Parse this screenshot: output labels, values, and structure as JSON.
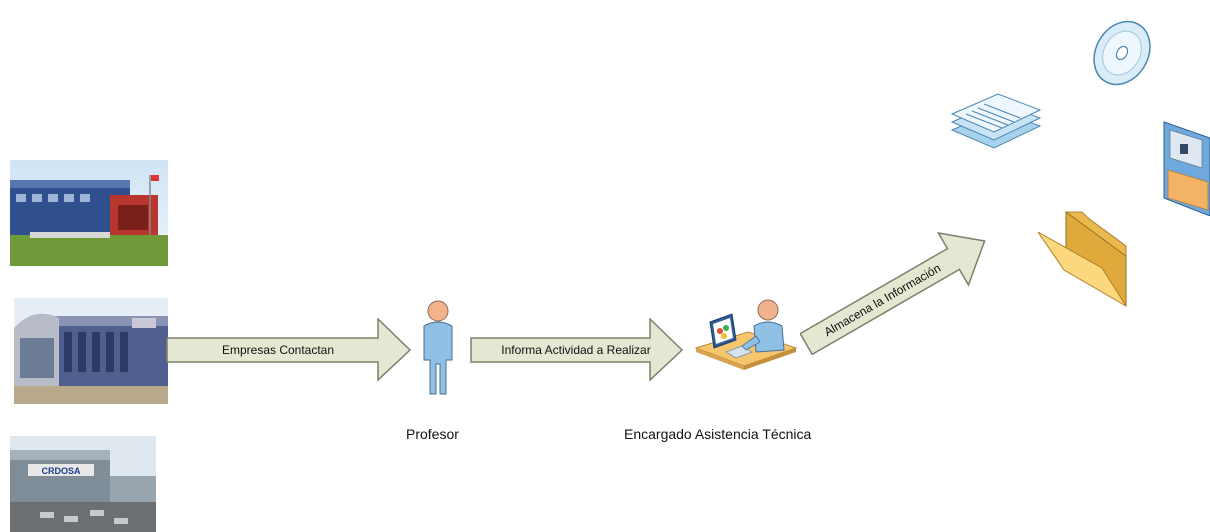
{
  "arrows": {
    "empresas": "Empresas Contactan",
    "informa": "Informa Actividad a Realizar",
    "almacena": "Almacena la Información"
  },
  "labels": {
    "profesor": "Profesor",
    "encargado": "Encargado Asistencia Técnica"
  },
  "photos": {
    "building3_sign": "CRDOSA"
  },
  "colors": {
    "arrow_fill": "#e3e8d2",
    "arrow_stroke": "#7a806a",
    "person": "#8fc0e6",
    "head": "#f2b38c"
  }
}
